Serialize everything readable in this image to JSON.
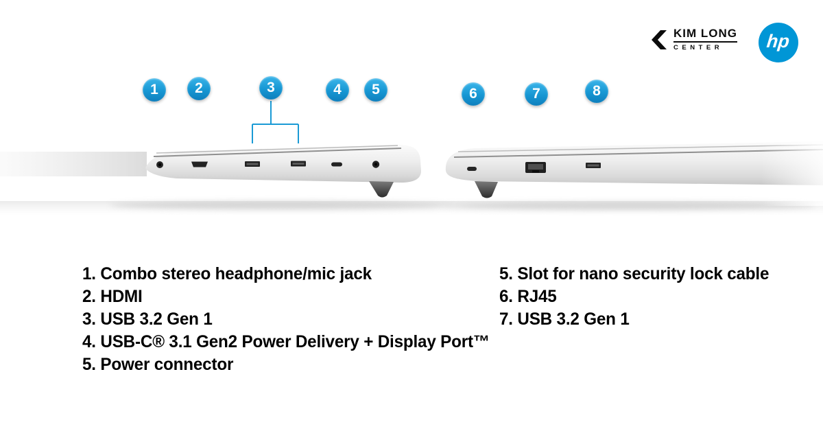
{
  "branding": {
    "store_name": "KIM LONG",
    "store_sub": "CENTER",
    "hp_logo_text": "hp"
  },
  "colors": {
    "callout_blue": "#1a9ad5",
    "hp_blue": "#0096d6",
    "text_black": "#000000",
    "laptop_silver": "#e3e3e3"
  },
  "callouts": [
    "1",
    "2",
    "3",
    "4",
    "5",
    "6",
    "7",
    "8"
  ],
  "legend": {
    "left": [
      "1. Combo stereo headphone/mic jack",
      "2. HDMI",
      "3. USB 3.2 Gen 1",
      "4. USB-C® 3.1 Gen2 Power Delivery + Display Port™",
      "5. Power connector"
    ],
    "right": [
      "5. Slot for nano security lock cable",
      "6. RJ45",
      "7. USB 3.2 Gen 1"
    ]
  },
  "ports": {
    "left_laptop": [
      "headphone-mic-jack",
      "hdmi-port",
      "usb-a-port-1",
      "usb-a-port-2",
      "usb-c-port",
      "power-connector"
    ],
    "right_laptop": [
      "nano-security-lock-slot",
      "rj45-port",
      "usb-a-port"
    ]
  }
}
